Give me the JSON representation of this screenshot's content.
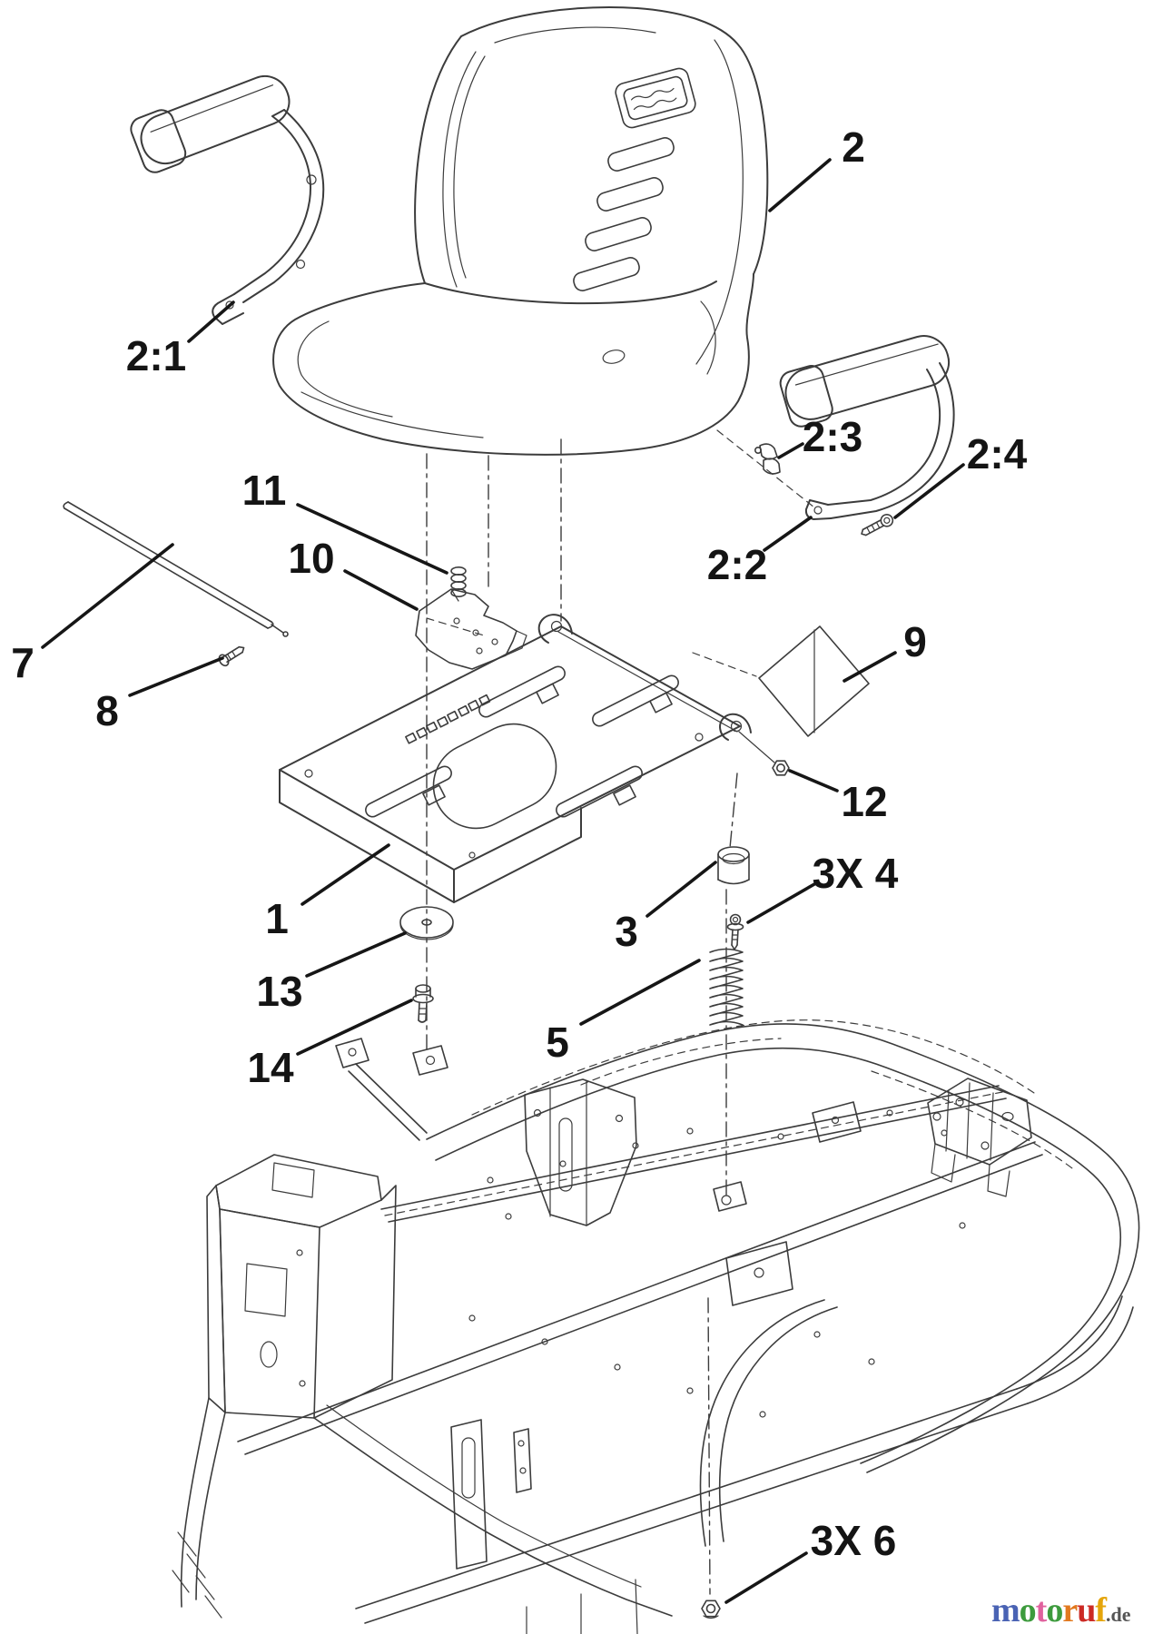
{
  "figure": {
    "type": "exploded-parts-diagram",
    "subject": "seat-assembly",
    "background_color": "#ffffff",
    "line_color": "#3c3c3c",
    "label_color": "#141414"
  },
  "callouts": [
    {
      "text": "2"
    },
    {
      "text": "2:1"
    },
    {
      "text": "2:2"
    },
    {
      "text": "2:3"
    },
    {
      "text": "2:4"
    },
    {
      "text": "7"
    },
    {
      "text": "8"
    },
    {
      "text": "11"
    },
    {
      "text": "10"
    },
    {
      "text": "9"
    },
    {
      "text": "12"
    },
    {
      "text": "1"
    },
    {
      "text": "13"
    },
    {
      "text": "14"
    },
    {
      "text": "3"
    },
    {
      "text": "3X 4"
    },
    {
      "text": "5"
    },
    {
      "text": "3X 6"
    }
  ],
  "watermark": {
    "word": "motoruf",
    "suffix": ".de",
    "suffix_color": "#555555",
    "letter_colors": [
      {
        "ch": "m",
        "color": "#4a63b4"
      },
      {
        "ch": "o",
        "color": "#3d9b3d"
      },
      {
        "ch": "t",
        "color": "#e0629e"
      },
      {
        "ch": "o",
        "color": "#3d9b3d"
      },
      {
        "ch": "r",
        "color": "#e2791f"
      },
      {
        "ch": "u",
        "color": "#cc2a24"
      },
      {
        "ch": "f",
        "color": "#e5a50a"
      }
    ]
  }
}
